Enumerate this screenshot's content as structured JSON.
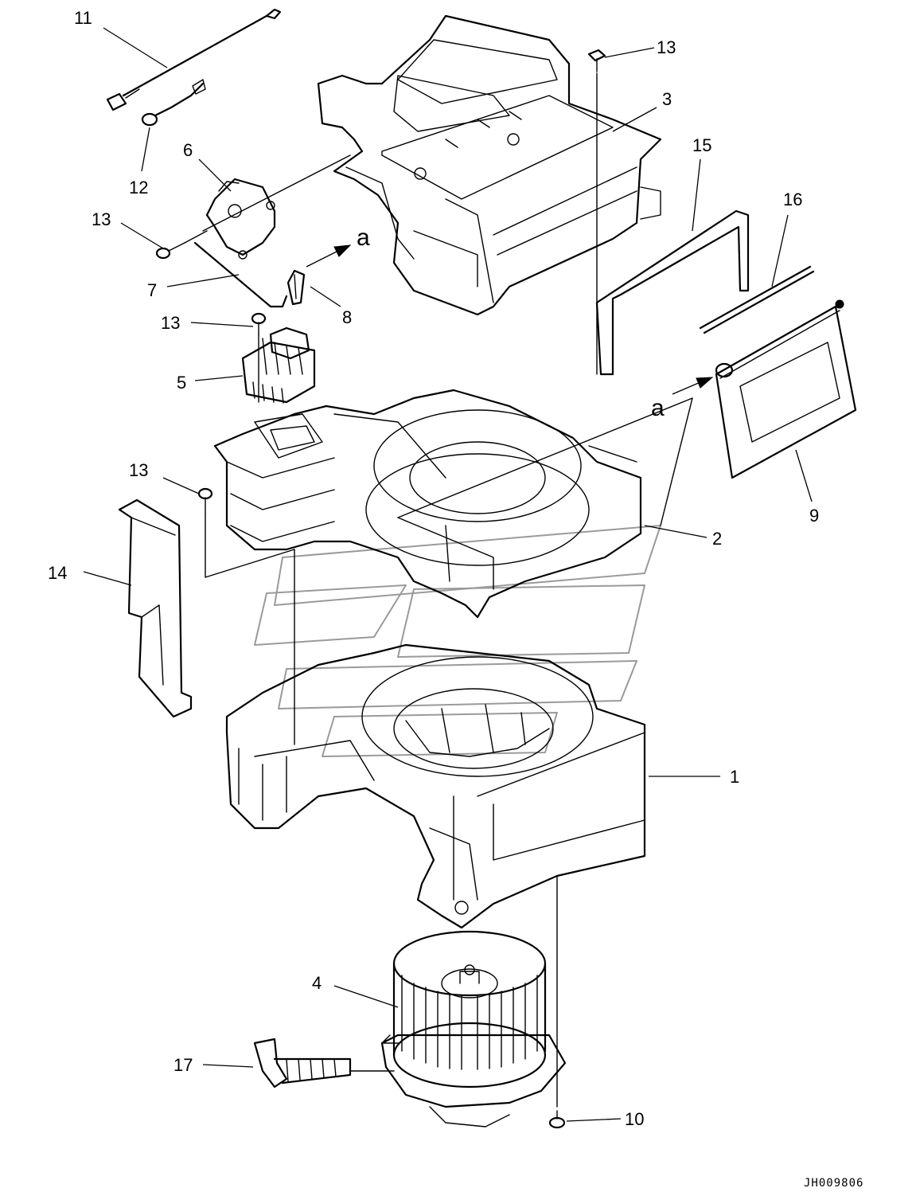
{
  "callouts": {
    "c1": "1",
    "c2": "2",
    "c3": "3",
    "c4": "4",
    "c5": "5",
    "c6": "6",
    "c7": "7",
    "c8": "8",
    "c9": "9",
    "c10": "10",
    "c11": "11",
    "c12": "12",
    "c13a": "13",
    "c13b": "13",
    "c13c": "13",
    "c13d": "13",
    "c14": "14",
    "c15": "15",
    "c16": "16",
    "c17": "17"
  },
  "reference_marks": {
    "a_upper": "a",
    "a_lower": "a"
  },
  "drawing_code": "JH009806"
}
